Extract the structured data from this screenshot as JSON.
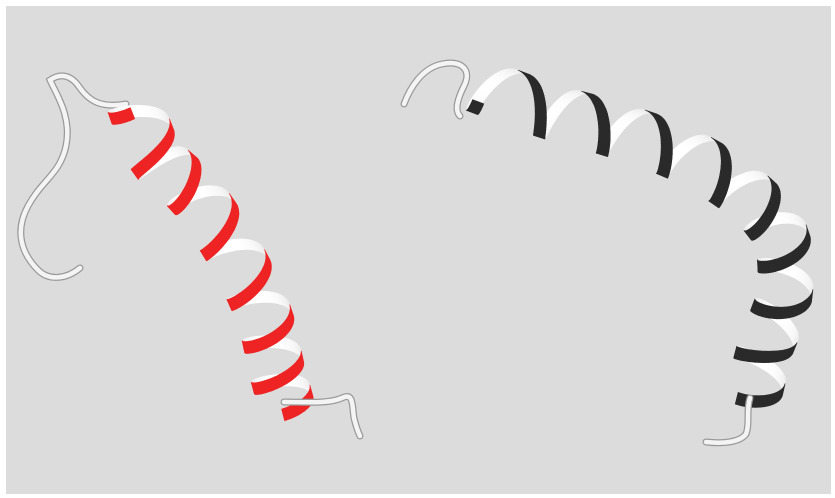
{
  "scene": {
    "background_color": "#dcdcdc",
    "border_color": "#ffffff"
  },
  "structures": [
    {
      "id": "left-helix",
      "style": "ribbon",
      "helix_color": "#ee2424",
      "backside_color": "#f7f7f7",
      "coil_color": "#f2f2f2",
      "helix_turns": 7
    },
    {
      "id": "right-helix",
      "style": "ribbon",
      "helix_color": "#2a2a2a",
      "backside_color": "#f7f7f7",
      "coil_color": "#f2f2f2",
      "helix_turns": 9
    }
  ]
}
